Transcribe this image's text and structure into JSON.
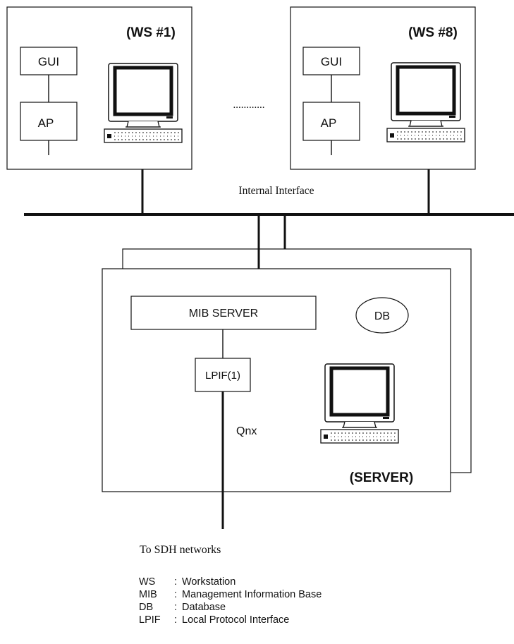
{
  "workstations": [
    {
      "title": "(WS #1)",
      "gui_label": "GUI",
      "ap_label": "AP"
    },
    {
      "title": "(WS #8)",
      "gui_label": "GUI",
      "ap_label": "AP"
    }
  ],
  "ellipsis": "............",
  "bus_label": "Internal Interface",
  "server": {
    "title": "(SERVER)",
    "mib_label": "MIB SERVER",
    "db_label": "DB",
    "lpif_label": "LPIF(1)",
    "qnx_label": "Qnx"
  },
  "output_label": "To SDH networks",
  "legend": [
    {
      "abbr": "WS",
      "sep": ":",
      "desc": "Workstation"
    },
    {
      "abbr": "MIB",
      "sep": ":",
      "desc": "Management Information Base"
    },
    {
      "abbr": "DB",
      "sep": ":",
      "desc": "Database"
    },
    {
      "abbr": "LPIF",
      "sep": ":",
      "desc": "Local Protocol Interface"
    }
  ]
}
